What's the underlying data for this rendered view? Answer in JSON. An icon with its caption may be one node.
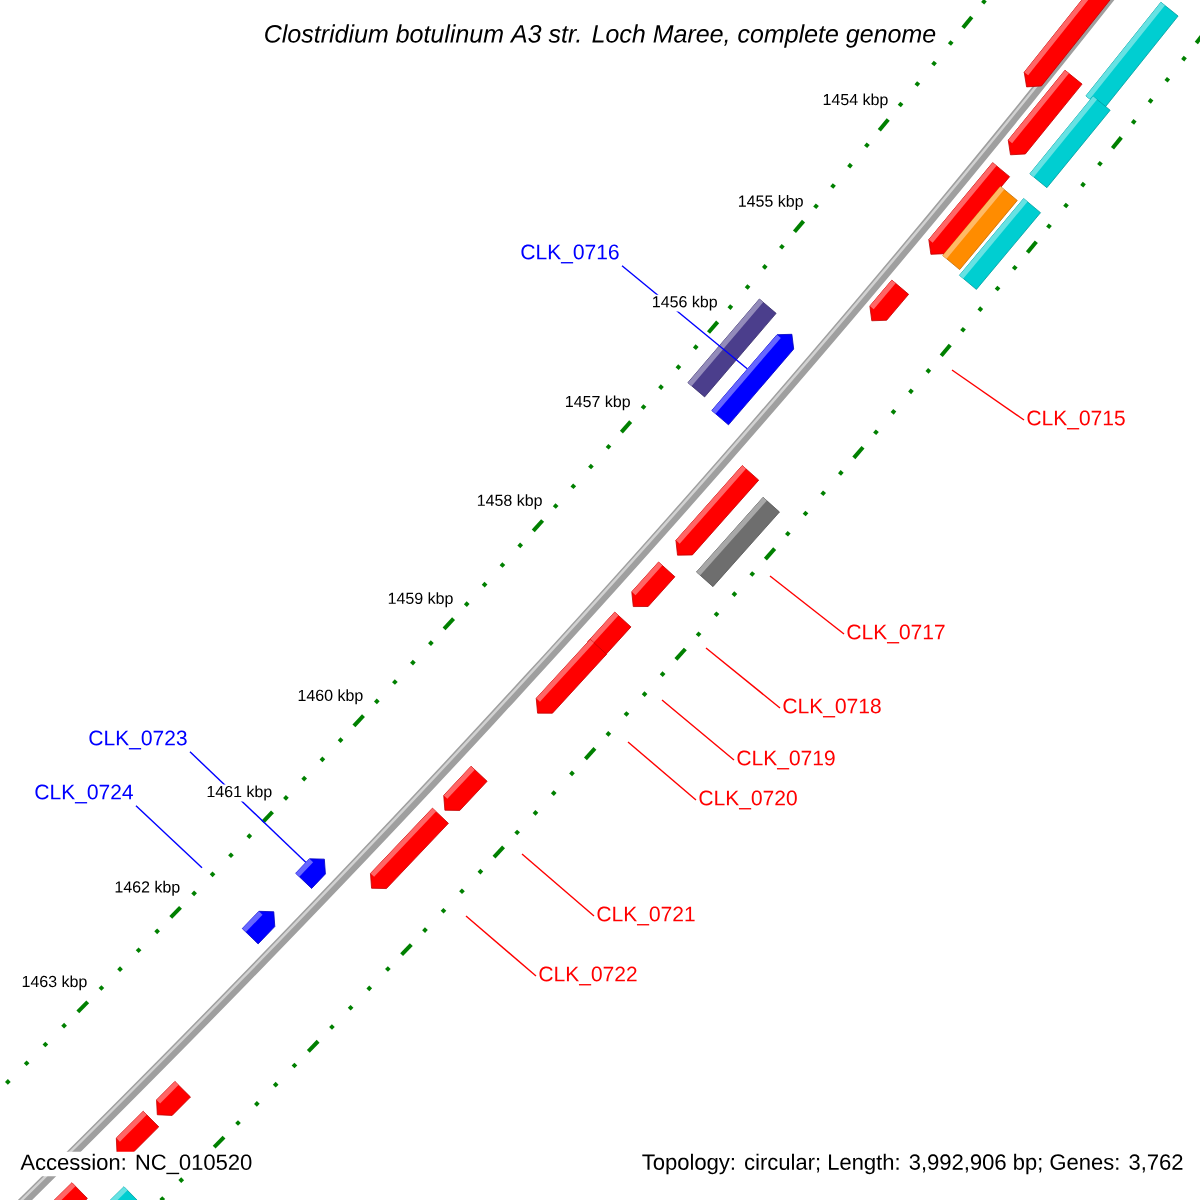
{
  "diagram": {
    "title": "*Clostridium botulinum* A3 str. Loch Maree, complete genome",
    "nodes": [
      {
        "text": [
          "CLK_0716"
        ]
      },
      {
        "text": [],
        "shape": "arrow"
      },
      {
        "text": [
          "CLK_0715"
        ]
      },
      {
        "text": [],
        "shape": "arrow"
      },
      {
        "text": [
          "CLK_0717"
        ]
      },
      {
        "text": [],
        "shape": "box"
      },
      {
        "text": [
          "CLK_0718"
        ]
      },
      {
        "text": [],
        "shape": "arrow"
      },
      {
        "text": [
          "CLK_0723"
        ]
      },
      {
        "text": [],
        "shape": "arrow"
      },
      {
        "text": [
          "CLK_0719"
        ]
      },
      {
        "text": [],
        "shape": "arrow"
      },
      {
        "text": [
          "CLK_0724"
        ]
      },
      {
        "text": [],
        "shape": "arrow"
      },
      {
        "text": [
          "CLK_0720"
        ]
      },
      {
        "text": [],
        "shape": "arrow"
      },
      {
        "text": [
          "CLK_0721"
        ]
      },
      {
        "text": [],
        "shape": "arrow"
      },
      {
        "text": [
          "CLK_0722"
        ]
      },
      {
        "text": [],
        "shape": "arrow"
      },
      {
        "text": [],
        "shape": "arrow"
      },
      {
        "text": [],
        "shape": "box"
      },
      {
        "text": [],
        "shape": "arrow"
      },
      {
        "text": [],
        "shape": "box"
      },
      {
        "text": [],
        "shape": "arrow"
      },
      {
        "text": [],
        "shape": "box"
      },
      {
        "text": [],
        "shape": "box"
      },
      {
        "text": [],
        "shape": "box"
      },
      {
        "text": [],
        "shape": "arrow"
      },
      {
        "text": [],
        "shape": "arrow"
      },
      {
        "text": [],
        "shape": "arrow"
      },
      {
        "text": [],
        "shape": "arrow"
      },
      {
        "text": [],
        "shape": "box"
      }
    ],
    "edges": [
      {
        "from": 0,
        "to": 1,
        "arrow": "none",
        "color": "#0000ff"
      },
      {
        "from": 2,
        "to": null,
        "arrow": "none"
      },
      {
        "from": 4,
        "to": null,
        "arrow": "none"
      },
      {
        "from": 6,
        "to": null,
        "arrow": "none"
      },
      {
        "from": 8,
        "to": 9,
        "arrow": "none",
        "color": "#0000ff"
      },
      {
        "from": 10,
        "to": null,
        "arrow": "none"
      },
      {
        "from": 12,
        "to": null,
        "arrow": "none",
        "color": "#0000ff"
      },
      {
        "from": 14,
        "to": null,
        "arrow": "none"
      },
      {
        "from": 16,
        "to": null,
        "arrow": "none"
      },
      {
        "from": 18,
        "to": null,
        "arrow": "none"
      }
    ],
    "labels": [
      "1454 kbp",
      "1455 kbp",
      "1456 kbp",
      "1457 kbp",
      "1458 kbp",
      "1459 kbp",
      "1460 kbp",
      "1461 kbp",
      "1462 kbp",
      "1463 kbp",
      "Accession: NC_010520",
      "Topology: circular; Length: 3,992,906 bp; Genes: 3,762"
    ]
  }
}
